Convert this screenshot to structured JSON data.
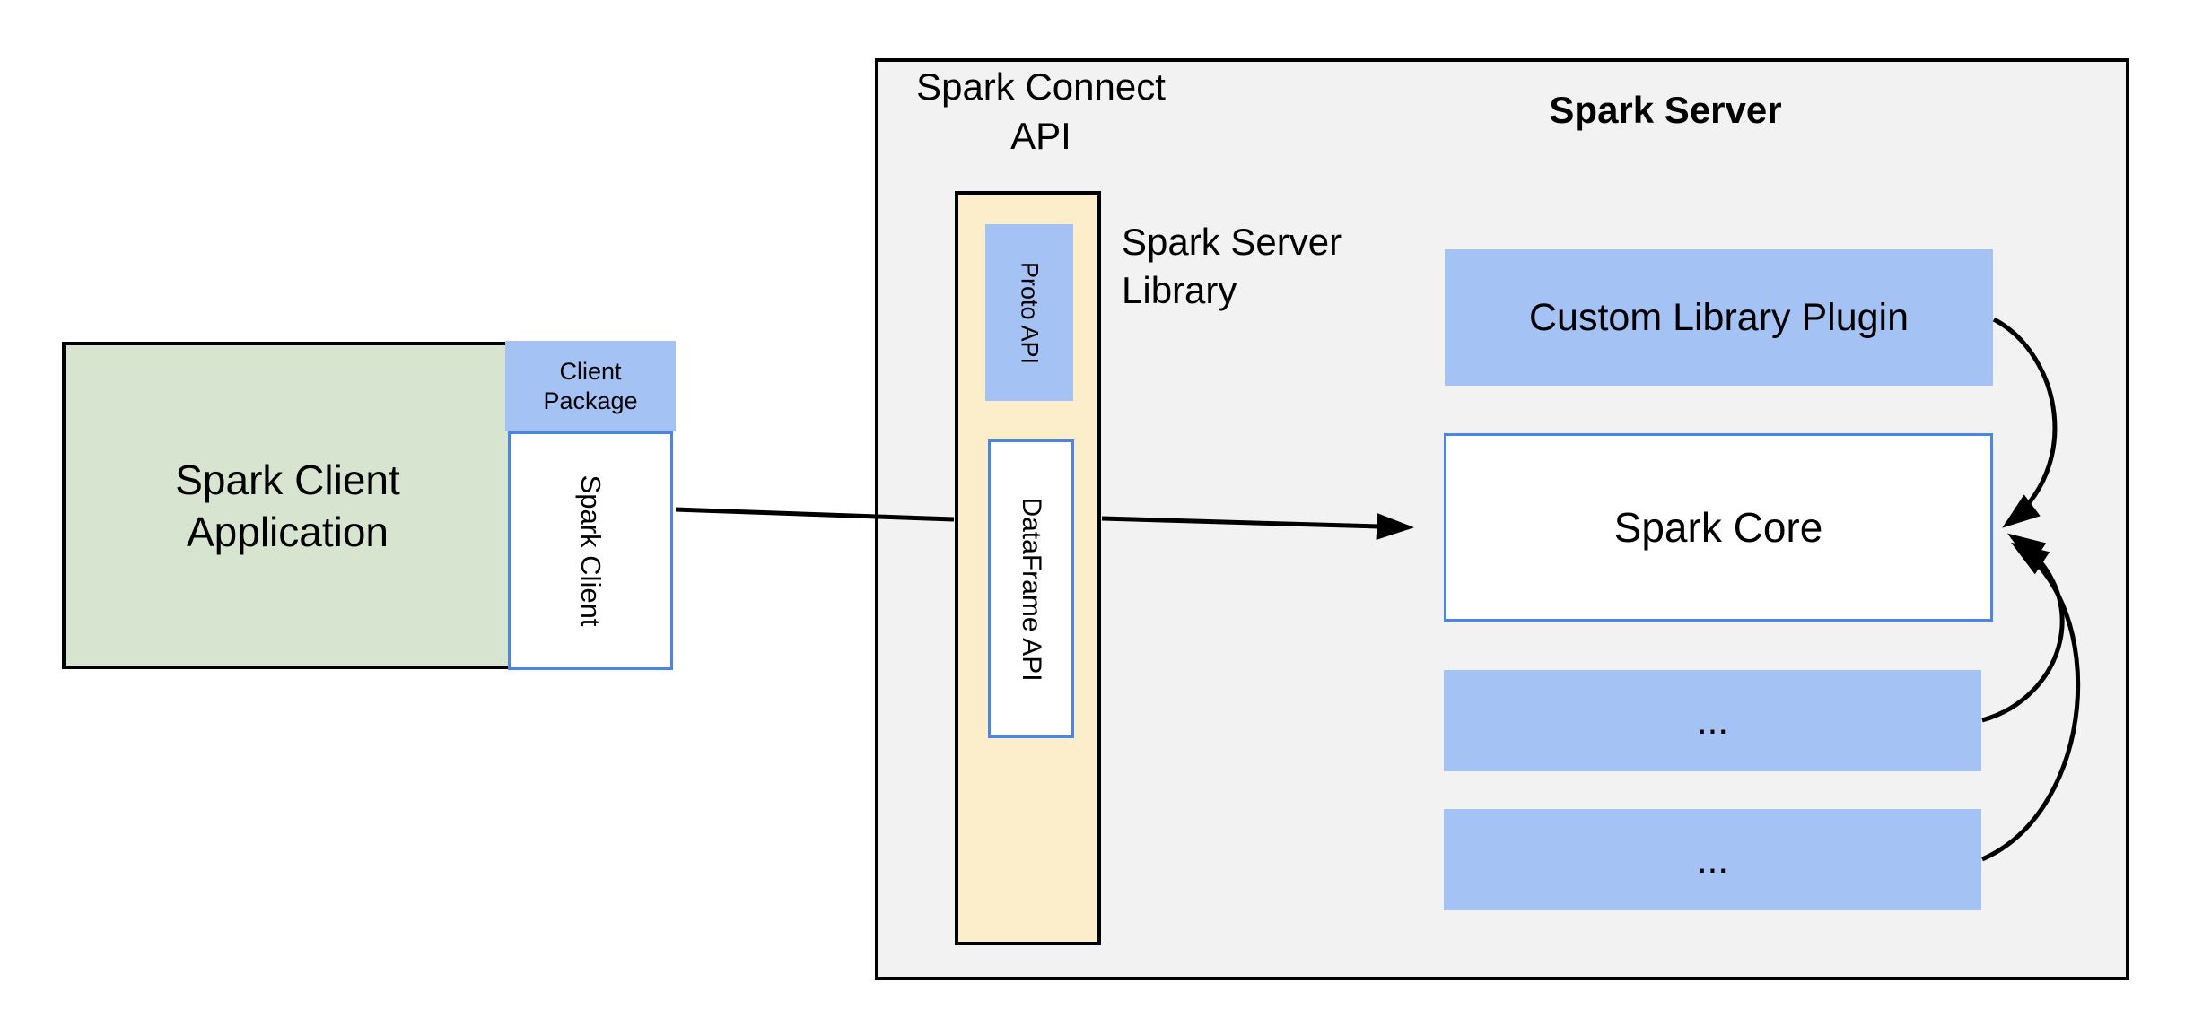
{
  "colors": {
    "green_fill": "#D7E5D0",
    "blue_fill": "#A4C2F4",
    "yellow_fill": "#FCEECB",
    "gray_fill": "#F2F2F2",
    "blue_border": "#4A86E8",
    "ink": "#000000"
  },
  "client_app": {
    "line1": "Spark Client",
    "line2": "Application"
  },
  "client_package": {
    "line1": "Client",
    "line2": "Package"
  },
  "spark_client_box": {
    "label": "Spark Client"
  },
  "connect_api_title": {
    "line1": "Spark Connect",
    "line2": "API"
  },
  "proto_api": {
    "label": "Proto API"
  },
  "dataframe_api": {
    "label": "DataFrame API"
  },
  "server_library_label": {
    "line1": "Spark Server",
    "line2": "Library"
  },
  "server": {
    "title": "Spark Server"
  },
  "plugin": {
    "label": "Custom Library Plugin"
  },
  "core": {
    "label": "Spark Core"
  },
  "misc_box1": {
    "label": "..."
  },
  "misc_box2": {
    "label": "..."
  }
}
